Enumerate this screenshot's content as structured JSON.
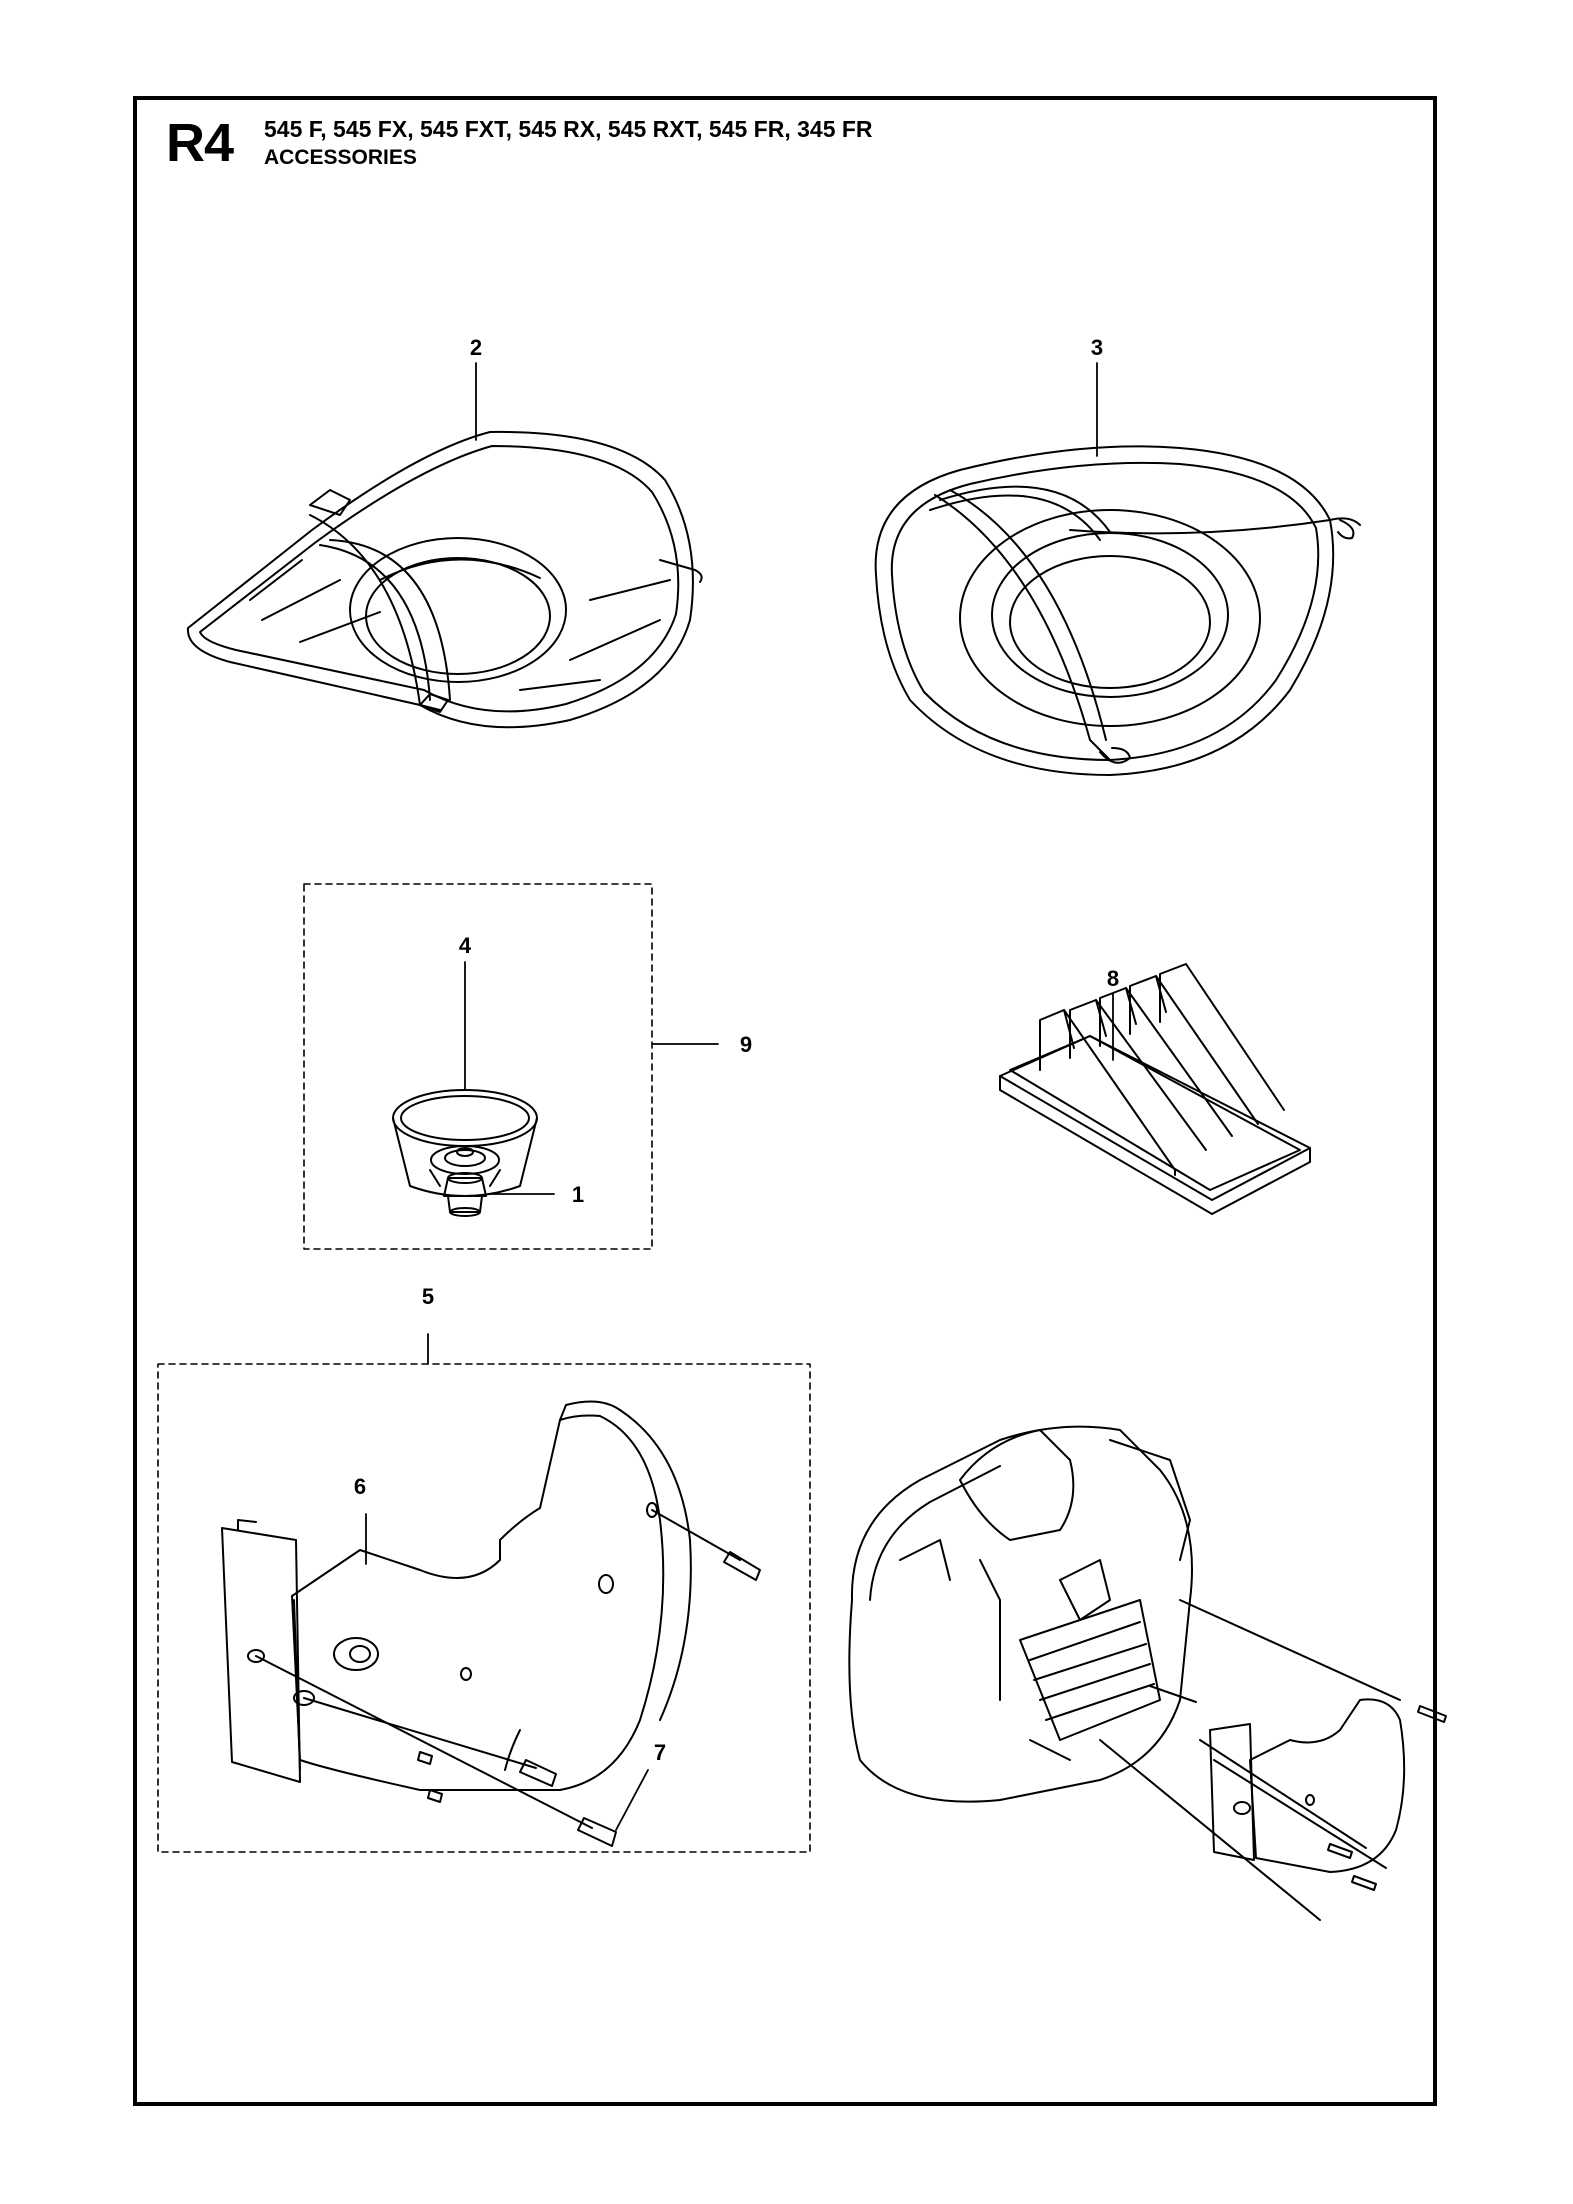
{
  "header": {
    "section_code": "R4",
    "models": "545 F, 545 FX, 545 FXT, 545 RX, 545 RXT, 545 FR, 345 FR",
    "subtitle": "ACCESSORIES"
  },
  "callouts": {
    "c1": "1",
    "c2": "2",
    "c3": "3",
    "c4": "4",
    "c5": "5",
    "c6": "6",
    "c7": "7",
    "c8": "8",
    "c9": "9"
  },
  "icons": [
    "guard-cover-icon",
    "round-cover-icon",
    "cup-icon",
    "nut-icon",
    "air-filter-icon",
    "engine-cover-icon",
    "screw-icon",
    "engine-icon"
  ]
}
